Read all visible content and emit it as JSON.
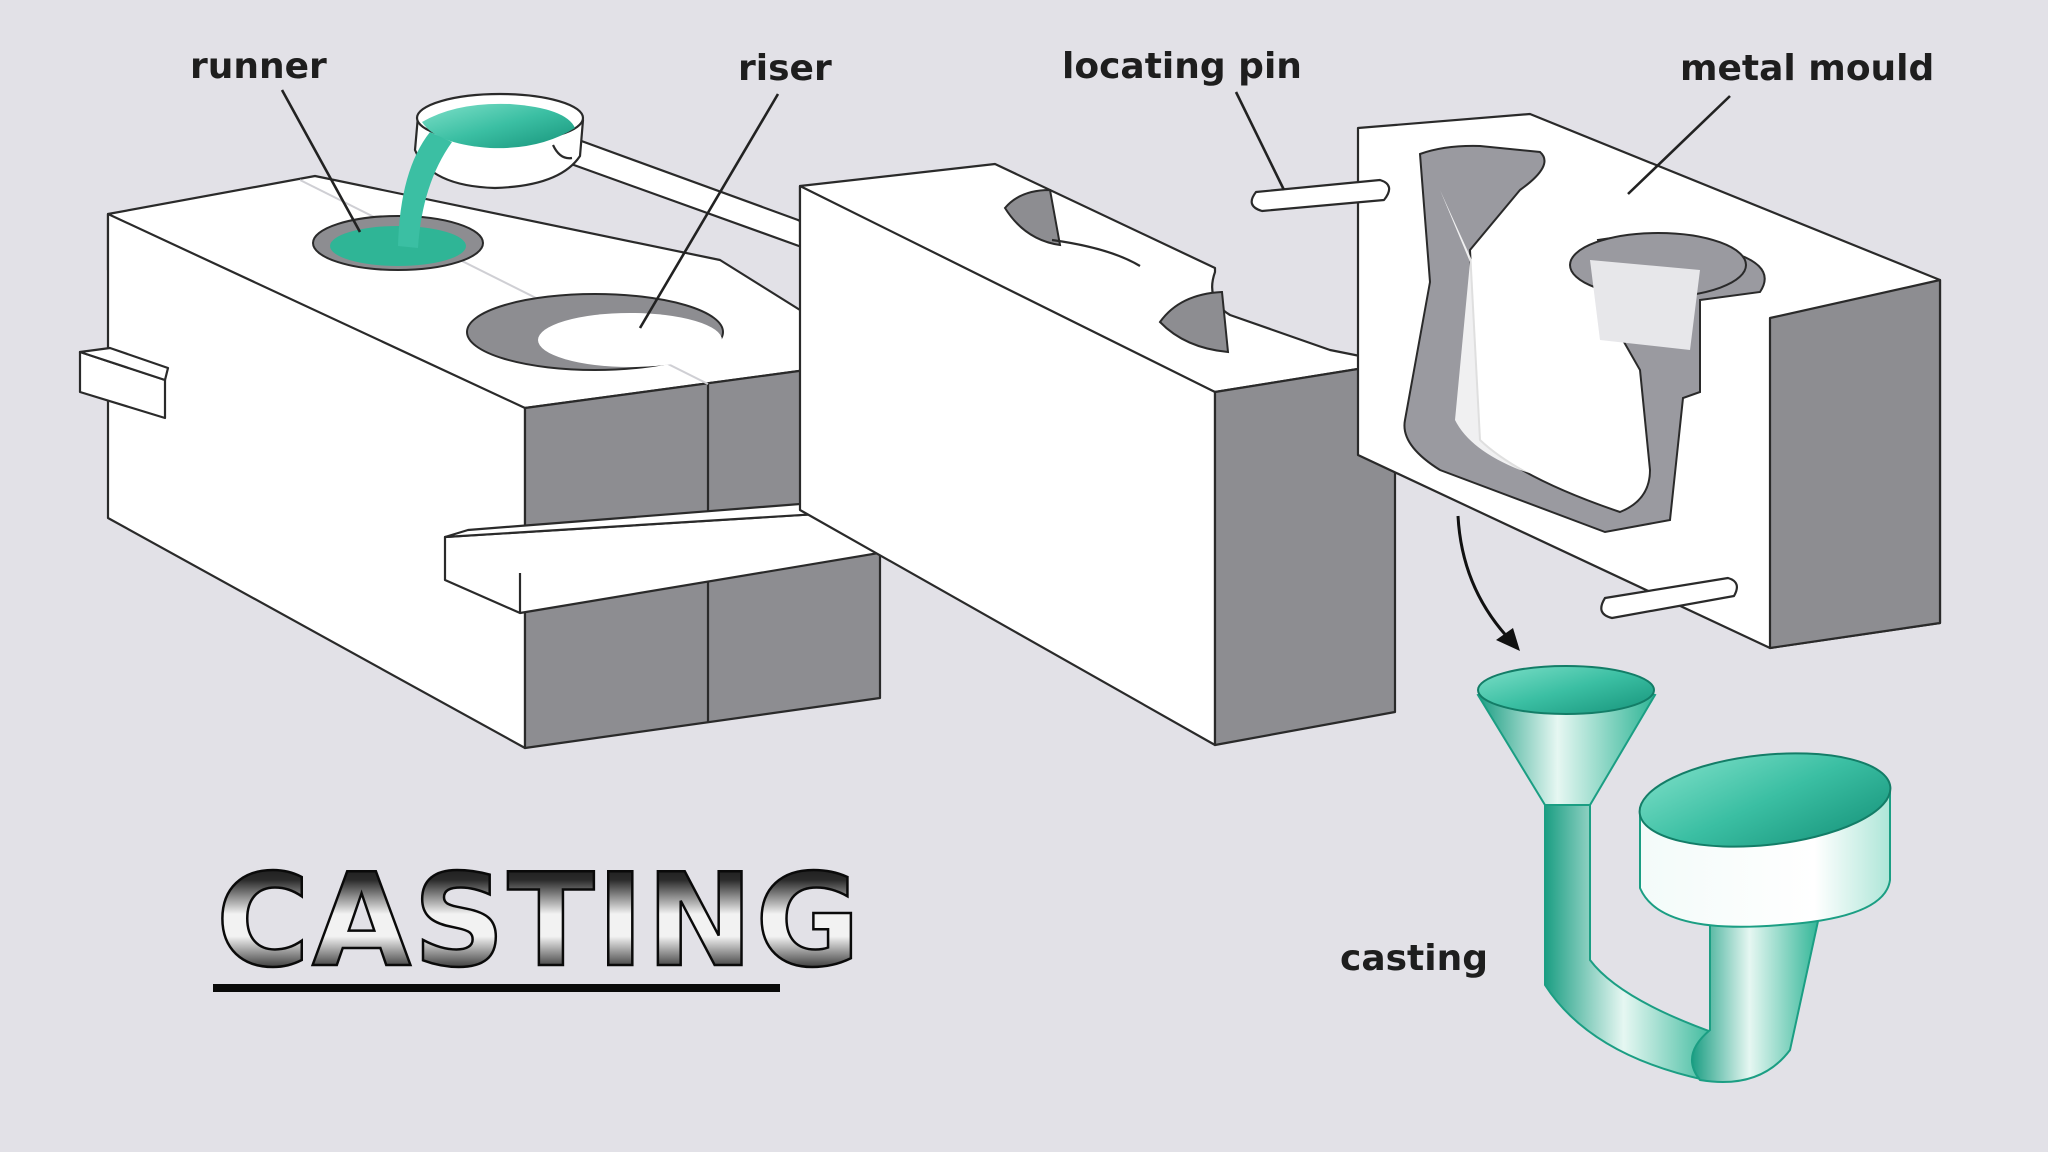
{
  "labels": {
    "runner": "runner",
    "riser": "riser",
    "locating_pin": "locating pin",
    "metal_mould": "metal mould",
    "casting": "casting"
  },
  "title": "CASTING",
  "colors": {
    "background": "#e2e1e7",
    "molten_metal": "#3bbfa3",
    "mould_face": "#ffffff",
    "mould_side": "#8d8d91",
    "title_dark": "#0a0a0a",
    "title_light": "#f2f2f2"
  }
}
